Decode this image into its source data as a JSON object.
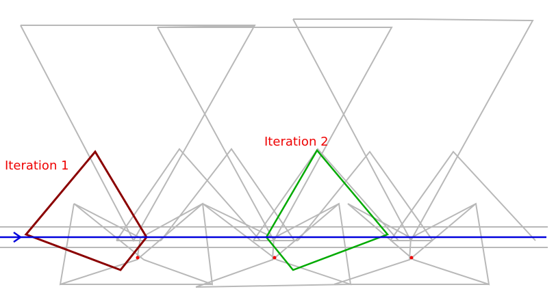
{
  "labels": {
    "iteration_1": "Iteration 1",
    "iteration_2": "Iteration 2"
  },
  "colors": {
    "background": "#ffffff",
    "construction_lines": "#b8b8b8",
    "iteration_1": "#8b0000",
    "iteration_2": "#00aa00",
    "axis_arrow": "#0000dd",
    "labels": "#ee0000",
    "markers": "#ee0000"
  },
  "elements": {
    "iteration_1_shape": "quadrilateral",
    "iteration_2_shape": "quadrilateral",
    "axis": "horizontal-arrow",
    "markers": "red-dot"
  }
}
